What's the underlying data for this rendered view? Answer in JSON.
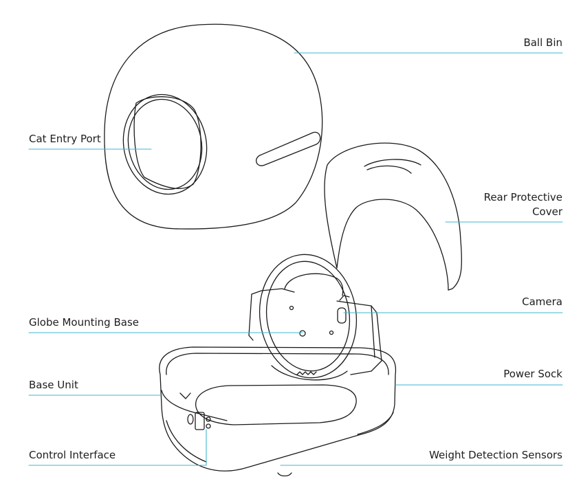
{
  "colors": {
    "leader": "#3fb6cf",
    "outline": "#1a1a1a",
    "text": "#1d1d1d"
  },
  "labels": {
    "ball_bin": "Ball Bin",
    "cat_entry_port": "Cat Entry Port",
    "rear_cover_line1": "Rear Protective",
    "rear_cover_line2": "Cover",
    "camera": "Camera",
    "globe_mounting_base": "Globe Mounting Base",
    "power_sock": "Power Sock",
    "base_unit": "Base Unit",
    "control_interface": "Control Interface",
    "weight_sensors": "Weight Detection Sensors"
  }
}
